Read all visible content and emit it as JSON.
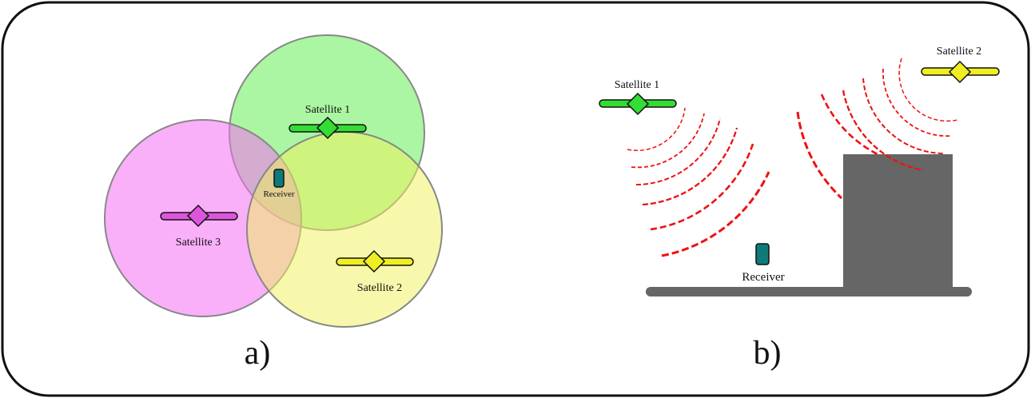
{
  "panel_a": {
    "caption": "a)",
    "satellites": [
      {
        "label": "Satellite 1",
        "color": "#33dd33",
        "circle_fill": "#66ee55"
      },
      {
        "label": "Satellite 2",
        "color": "#eeee22",
        "circle_fill": "#f5f57a"
      },
      {
        "label": "Satellite 3",
        "color": "#dd55dd",
        "circle_fill": "#f68cf6"
      }
    ],
    "receiver_label": "Receiver"
  },
  "panel_b": {
    "caption": "b)",
    "satellites": [
      {
        "label": "Satellite 1",
        "color": "#33dd33"
      },
      {
        "label": "Satellite 2",
        "color": "#eeee22"
      }
    ],
    "receiver_label": "Receiver",
    "signal_color": "#ee1111",
    "building_color": "#666666"
  },
  "receiver_color": "#0e7a7a"
}
